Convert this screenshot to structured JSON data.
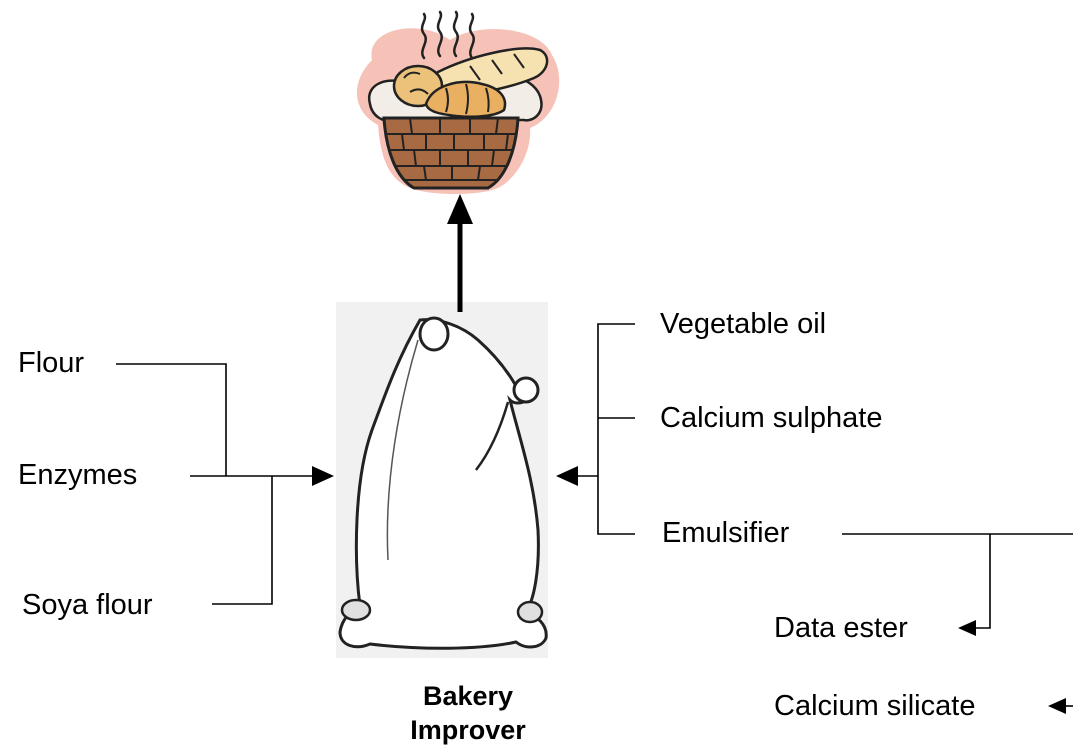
{
  "product": {
    "name_line1": "Bakery",
    "name_line2": "Improver"
  },
  "left_ingredients": [
    "Flour",
    "Enzymes",
    "Soya flour"
  ],
  "right_ingredients": [
    "Vegetable oil",
    "Calcium sulphate",
    "Emulsifier"
  ],
  "emulsifier_branch": [
    "Data ester",
    "Calcium silicate"
  ],
  "icons": {
    "top": "bread-basket-icon",
    "center": "mixing-sack-icon"
  }
}
